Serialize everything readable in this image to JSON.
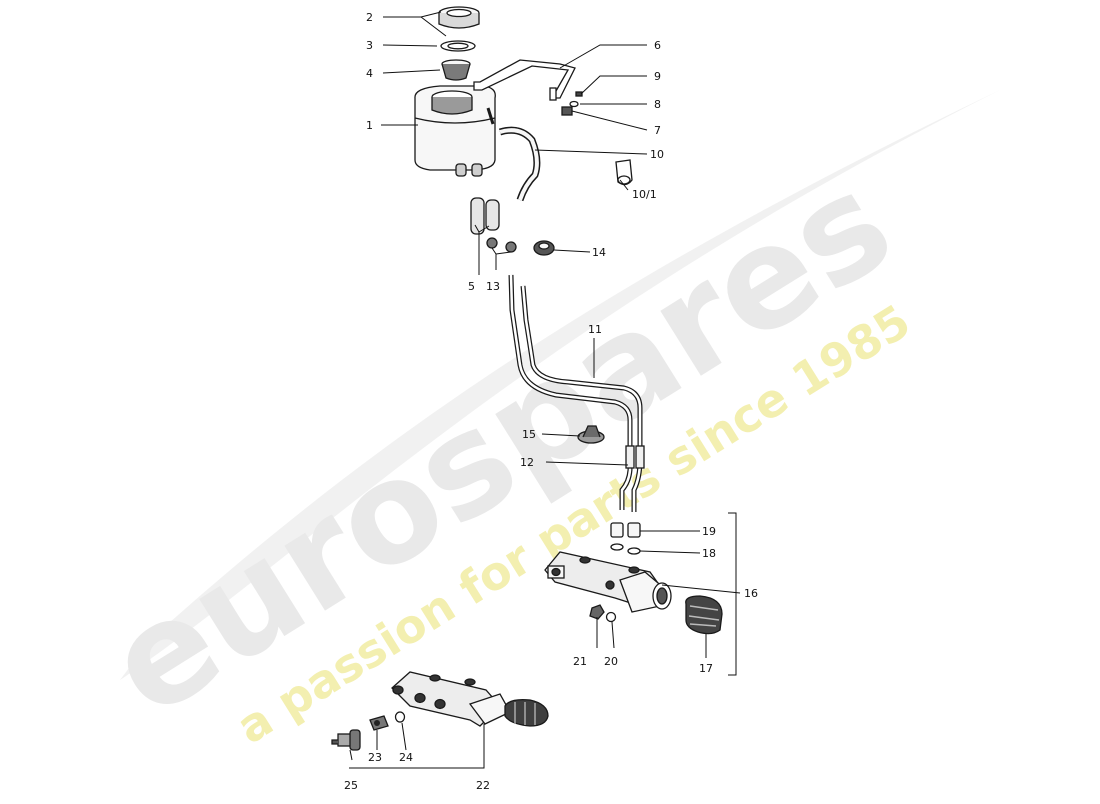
{
  "watermark": {
    "brand": "eurospares",
    "tagline": "a passion for parts since 1985",
    "brand_color": "#e9e9e9",
    "tagline_color": "#f3efb0"
  },
  "callouts": {
    "c1": "1",
    "c2": "2",
    "c3": "3",
    "c4": "4",
    "c5": "5",
    "c6": "6",
    "c7": "7",
    "c8": "8",
    "c9": "9",
    "c10": "10",
    "c10_1": "10/1",
    "c11": "11",
    "c12": "12",
    "c13": "13",
    "c14": "14",
    "c15": "15",
    "c16": "16",
    "c17": "17",
    "c18": "18",
    "c19": "19",
    "c20": "20",
    "c21": "21",
    "c22": "22",
    "c23": "23",
    "c24": "24",
    "c25": "25"
  },
  "colors": {
    "line": "#111111",
    "part_fill": "#f7f7f7",
    "part_dark": "#3a3a3a"
  }
}
